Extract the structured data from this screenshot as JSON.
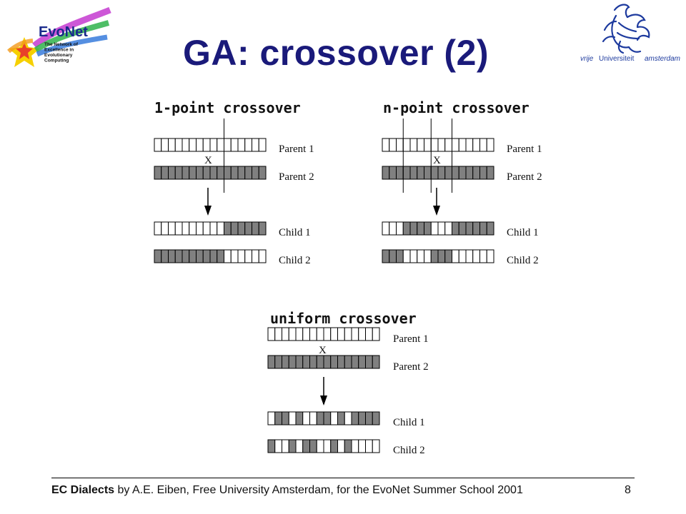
{
  "slide": {
    "title": "GA: crossover (2)"
  },
  "logos": {
    "evonet": {
      "name": "EvoNet",
      "tagline": [
        "The Network of",
        "Excellence in",
        "Evolutionary",
        "Computing"
      ]
    },
    "vu": {
      "word1": "vrije",
      "word2": "Universiteit",
      "word3": "amsterdam"
    }
  },
  "panels": {
    "one_point": {
      "title": "1-point crossover",
      "mark": "X",
      "labels": {
        "p1": "Parent 1",
        "p2": "Parent 2",
        "c1": "Child 1",
        "c2": "Child 2"
      },
      "genes": {
        "parent1": [
          0,
          0,
          0,
          0,
          0,
          0,
          0,
          0,
          0,
          0,
          0,
          0,
          0,
          0,
          0,
          0
        ],
        "parent2": [
          1,
          1,
          1,
          1,
          1,
          1,
          1,
          1,
          1,
          1,
          1,
          1,
          1,
          1,
          1,
          1
        ],
        "child1": [
          0,
          0,
          0,
          0,
          0,
          0,
          0,
          0,
          0,
          0,
          1,
          1,
          1,
          1,
          1,
          1
        ],
        "child2": [
          1,
          1,
          1,
          1,
          1,
          1,
          1,
          1,
          1,
          1,
          0,
          0,
          0,
          0,
          0,
          0
        ]
      },
      "cut_after": [
        10
      ]
    },
    "n_point": {
      "title": "n-point crossover",
      "mark": "X",
      "labels": {
        "p1": "Parent 1",
        "p2": "Parent 2",
        "c1": "Child 1",
        "c2": "Child 2"
      },
      "genes": {
        "parent1": [
          0,
          0,
          0,
          0,
          0,
          0,
          0,
          0,
          0,
          0,
          0,
          0,
          0,
          0,
          0,
          0
        ],
        "parent2": [
          1,
          1,
          1,
          1,
          1,
          1,
          1,
          1,
          1,
          1,
          1,
          1,
          1,
          1,
          1,
          1
        ],
        "child1": [
          0,
          0,
          0,
          1,
          1,
          1,
          1,
          0,
          0,
          0,
          1,
          1,
          1,
          1,
          1,
          1
        ],
        "child2": [
          1,
          1,
          1,
          0,
          0,
          0,
          0,
          1,
          1,
          1,
          0,
          0,
          0,
          0,
          0,
          0
        ]
      },
      "cut_after": [
        3,
        7,
        10
      ]
    },
    "uniform": {
      "title": "uniform crossover",
      "mark": "X",
      "labels": {
        "p1": "Parent 1",
        "p2": "Parent 2",
        "c1": "Child 1",
        "c2": "Child 2"
      },
      "genes": {
        "parent1": [
          0,
          0,
          0,
          0,
          0,
          0,
          0,
          0,
          0,
          0,
          0,
          0,
          0,
          0,
          0,
          0
        ],
        "parent2": [
          1,
          1,
          1,
          1,
          1,
          1,
          1,
          1,
          1,
          1,
          1,
          1,
          1,
          1,
          1,
          1
        ],
        "child1": [
          0,
          1,
          1,
          0,
          1,
          0,
          0,
          1,
          1,
          0,
          1,
          0,
          1,
          1,
          1,
          1
        ],
        "child2": [
          1,
          0,
          0,
          1,
          0,
          1,
          1,
          0,
          0,
          1,
          0,
          1,
          0,
          0,
          0,
          0
        ]
      },
      "cut_after": []
    }
  },
  "colors": {
    "title": "#1a1a7a",
    "filled_gene": "#808080",
    "empty_gene": "#ffffff"
  },
  "footer": {
    "bold": "EC Dialects",
    "rest": " by A.E. Eiben, Free University Amsterdam, for the EvoNet Summer School 2001",
    "page": "8"
  }
}
